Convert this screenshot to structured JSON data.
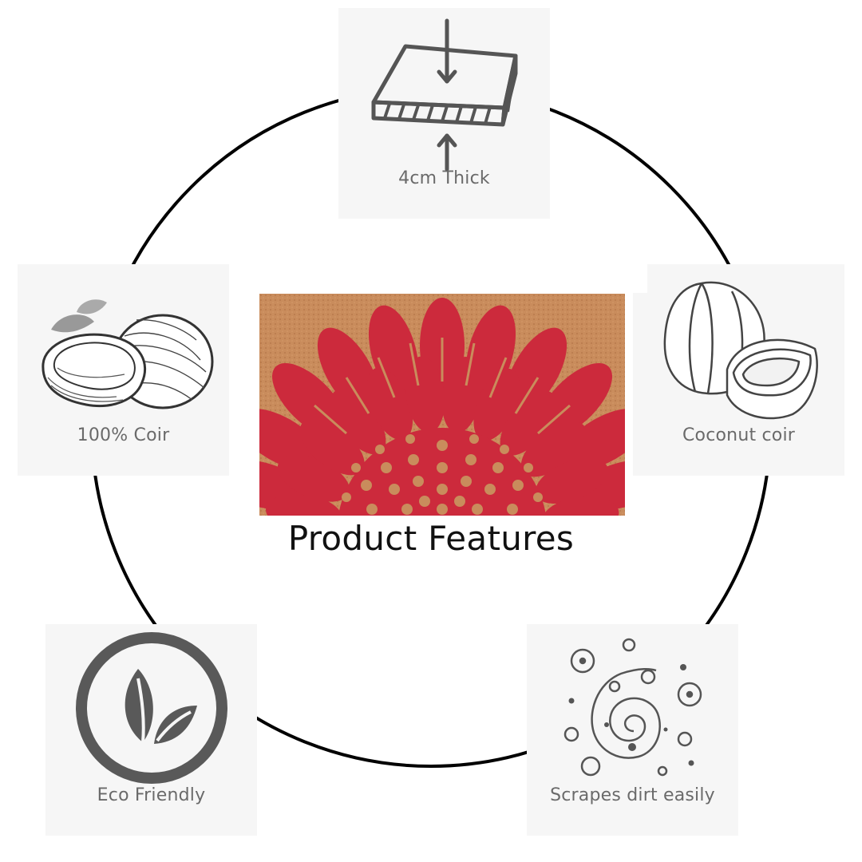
{
  "title": "Product Features",
  "features": {
    "thick": {
      "label": "4cm Thick",
      "icon": "compression-thickness-icon"
    },
    "coir": {
      "label": "100% Coir",
      "icon": "coconut-sketch-icon"
    },
    "coconut": {
      "label": "Coconut coir",
      "icon": "coconut-outline-icon"
    },
    "eco": {
      "label": "Eco Friendly",
      "icon": "leaf-circle-icon"
    },
    "scrape": {
      "label": "Scrapes dirt easily",
      "icon": "dirt-swirl-icon"
    }
  },
  "product_image": {
    "icon": "sunflower-doormat-image"
  },
  "colors": {
    "card_bg": "#f6f6f6",
    "icon_gray": "#555555",
    "label_gray": "#6a6a6a",
    "mat_coir": "#c98c5c",
    "mat_flower": "#cc2a3c",
    "ring": "#000000"
  }
}
